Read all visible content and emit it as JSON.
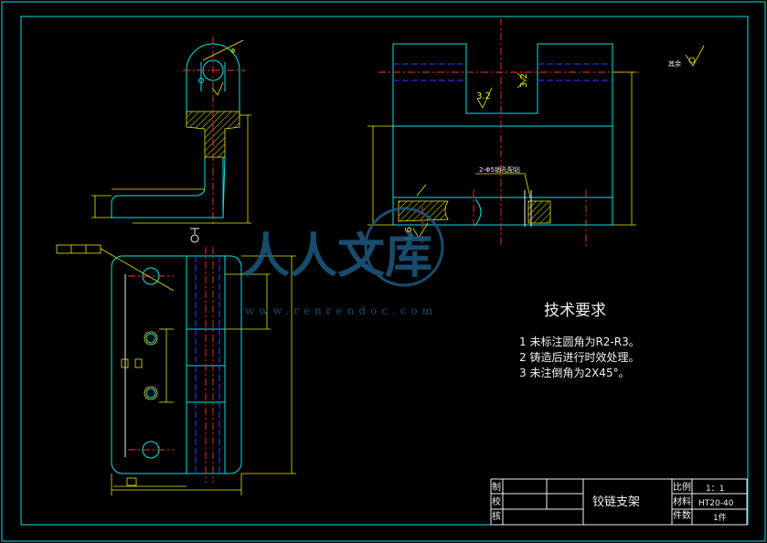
{
  "tech_requirements": {
    "title": "技术要求",
    "items": [
      "1 未标注圆角为R2-R3。",
      "2 铸造后进行时效处理。",
      "3 未注倒角为2X45°。"
    ]
  },
  "title_block": {
    "part_name": "铰链支架",
    "role_labels": [
      "制",
      "校",
      "核"
    ],
    "scale_label": "比例",
    "scale_value": "1：1",
    "material_label": "材料",
    "material_value": "HT20-40",
    "quantity_label": "件数",
    "quantity_value": "1件"
  },
  "roughness_other": "其余",
  "annotations": {
    "roughness_top_left": "3.2",
    "roughness_top_right": "3.2",
    "roughness_bottom": "1.6",
    "hole_note": "2-Φ5销孔配钻"
  },
  "watermark": {
    "text": "人人文库",
    "url": "www.renrendoc.com"
  },
  "colors": {
    "outline": "#00e5e5",
    "dimension": "#e8e800",
    "centerline": "#ff3030",
    "hidden": "#3a3aff",
    "text": "#f0f0f0",
    "watermark": "#1d5a82"
  }
}
